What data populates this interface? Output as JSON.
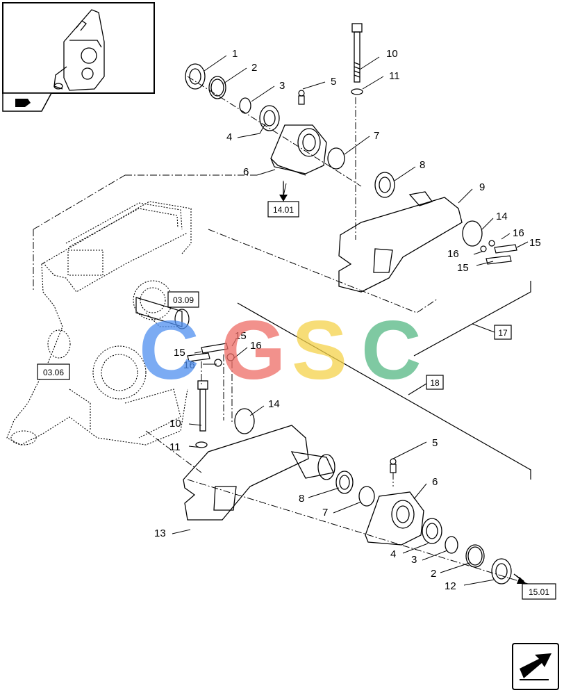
{
  "refs": {
    "r1401": "14.01",
    "r0309": "03.09",
    "r0306": "03.06",
    "r17": "17",
    "r18": "18",
    "r1501": "15.01"
  },
  "upper_callouts": [
    "1",
    "2",
    "3",
    "4",
    "5",
    "6",
    "7",
    "8",
    "9",
    "10",
    "11",
    "14",
    "15",
    "15",
    "16",
    "16"
  ],
  "lower_callouts": [
    "15",
    "15",
    "16",
    "16",
    "14",
    "10",
    "11",
    "5",
    "6",
    "8",
    "7",
    "13",
    "4",
    "3",
    "2",
    "12"
  ],
  "watermark": {
    "letters": [
      "C",
      "G",
      "S",
      "C"
    ],
    "colors": [
      "#4f8ff0",
      "#ee6d66",
      "#f5d24a",
      "#55b784"
    ]
  }
}
